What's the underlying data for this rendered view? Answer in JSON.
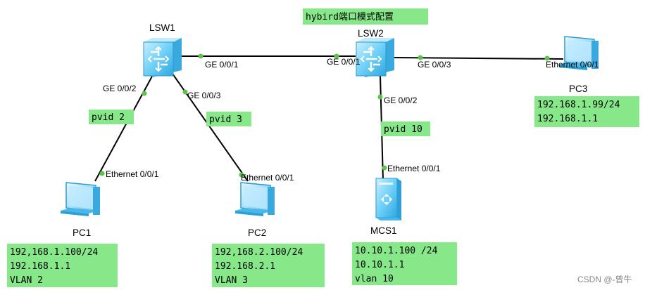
{
  "title": "hybird端口模式配置",
  "watermark": "CSDN @-曾牛",
  "colors": {
    "note_bg": "#86e889",
    "link": "#000000",
    "port_dot": "#5cc44a",
    "device_blue": "#5fc7f2"
  },
  "devices": {
    "lsw1": {
      "label": "LSW1",
      "icon": "switch-icon"
    },
    "lsw2": {
      "label": "LSW2",
      "icon": "switch-icon"
    },
    "pc1": {
      "label": "PC1",
      "icon": "pc-icon"
    },
    "pc2": {
      "label": "PC2",
      "icon": "pc-icon"
    },
    "pc3": {
      "label": "PC3",
      "icon": "pc-icon"
    },
    "mcs1": {
      "label": "MCS1",
      "icon": "server-icon"
    }
  },
  "ports": {
    "lsw1_ge001": "GE 0/0/1",
    "lsw2_ge001": "GE 0/0/1",
    "lsw2_ge003": "GE 0/0/3",
    "pc3_eth": "Ethernet 0/0/1",
    "lsw1_ge002": "GE 0/0/2",
    "lsw1_ge003": "GE 0/0/3",
    "lsw2_ge002": "GE 0/0/2",
    "pc1_eth": "Ethernet 0/0/1",
    "pc2_eth": "Ethernet 0/0/1",
    "mcs1_eth": "Ethernet 0/0/1"
  },
  "pvids": {
    "lsw1_g2": "pvid 2",
    "lsw1_g3": "pvid 3",
    "lsw2_g2": "pvid 10"
  },
  "configs": {
    "pc3": [
      "192.168.1.99/24",
      "192.168.1.1"
    ],
    "pc1": [
      "192,168.1.100/24",
      "192.168.1.1",
      "VLAN 2"
    ],
    "pc2": [
      "192,168.2.100/24",
      "192.168.2.1",
      "VLAN 3"
    ],
    "mcs1": [
      "10.10.1.100 /24",
      "10.10.1.1",
      "vlan 10"
    ]
  }
}
